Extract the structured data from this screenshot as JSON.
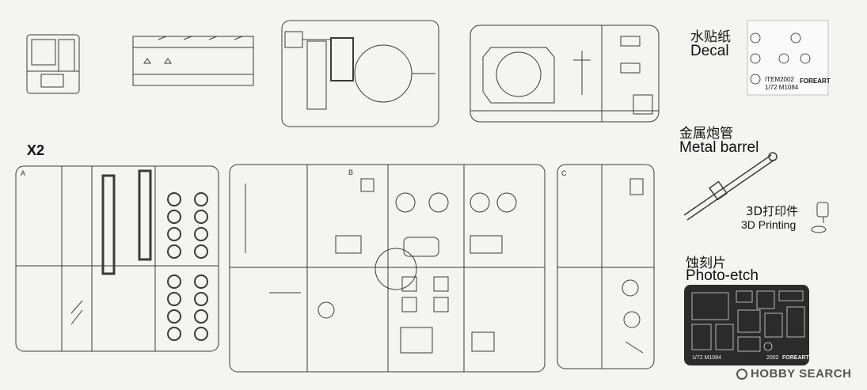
{
  "labels": {
    "x2": "X2",
    "decal_cn": "水贴纸",
    "decal_en": "Decal",
    "barrel_cn": "金属炮管",
    "barrel_en": "Metal barrel",
    "print3d_cn": "3D打印件",
    "print3d_en": "3D Printing",
    "pe_cn": "蚀刻片",
    "pe_en": "Photo-etch"
  },
  "sprues": {
    "a": "A",
    "b": "B",
    "c": "C"
  },
  "decal": {
    "item": "ITEM2002",
    "scale": "1/72 M1084",
    "brand": "FOREART"
  },
  "photo_etch": {
    "code": "2002",
    "brand": "FOREART",
    "scale": "1/72 M1084"
  },
  "watermark": {
    "text": "HOBBY SEARCH"
  },
  "colors": {
    "line": "#3a3a3a",
    "pe_plate": "#2b2b2b",
    "paper": "#f4f4f2"
  }
}
